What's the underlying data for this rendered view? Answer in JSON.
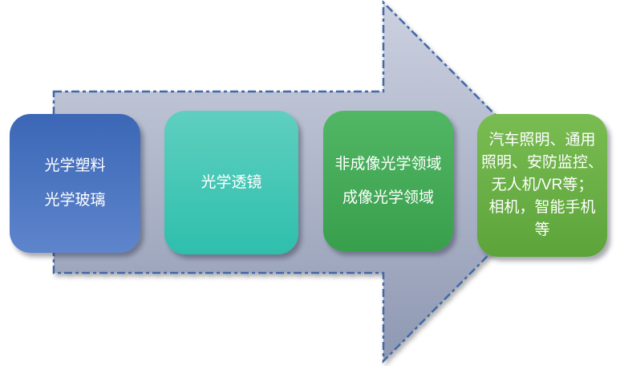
{
  "diagram": {
    "type": "process-arrow-flow",
    "background_color": "#FFFFFF",
    "arrow": {
      "fill_top": "#CBD1E0",
      "fill_bottom": "#8E98B2",
      "border_color": "#4268A8",
      "border_style": "dash-dot",
      "direction": "right"
    },
    "text_color": "#FFFFFF",
    "stages": [
      {
        "id": "optical-materials",
        "color_top": "#3B67B6",
        "color_bottom": "#5E85CC",
        "lines": [
          "光学塑料",
          "光学玻璃"
        ]
      },
      {
        "id": "optical-lens",
        "color_top": "#5FCFC0",
        "color_bottom": "#2EBFAC",
        "lines": [
          "光学透镜"
        ]
      },
      {
        "id": "optical-fields",
        "color_top": "#52B765",
        "color_bottom": "#389F4C",
        "lines": [
          "非成像光学领域",
          "成像光学领域"
        ]
      },
      {
        "id": "applications",
        "color_top": "#79BC52",
        "color_bottom": "#5CA43A",
        "lines": [
          "汽车照明、通用",
          "照明、安防监控、",
          "无人机/VR等；",
          "相机，智能手机",
          "等"
        ]
      }
    ]
  }
}
